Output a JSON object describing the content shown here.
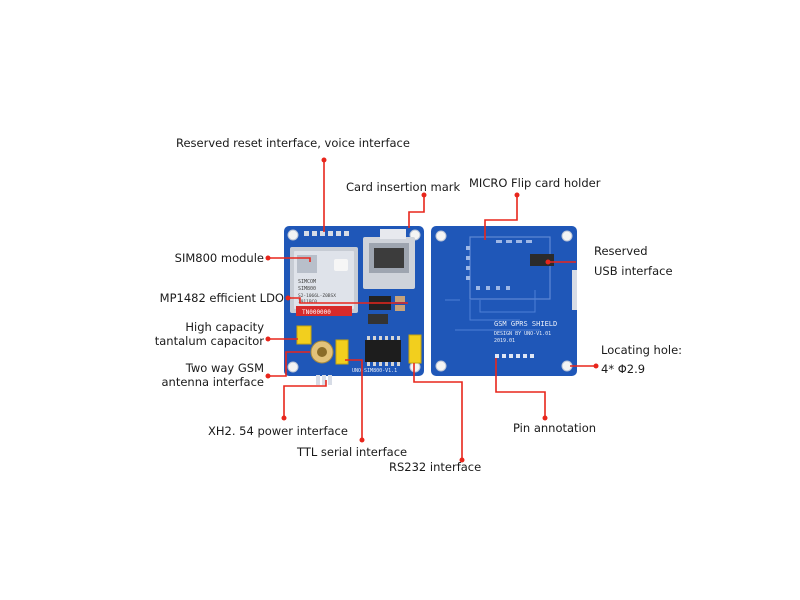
{
  "colors": {
    "leader": "#e8261c",
    "board": "#1f57b8",
    "board_dark": "#123a86",
    "pad": "#e9e9e9",
    "module": "#d9dde3",
    "ic": "#222222",
    "capacitor": "#f2cf1e",
    "silkscreen": "#e9eef8"
  },
  "labels": {
    "reset": "Reserved reset interface, voice interface",
    "card_mark": "Card insertion mark",
    "micro": "MICRO Flip card holder",
    "reserved_usb_1": "Reserved",
    "reserved_usb_2": "USB interface",
    "sim800": "SIM800 module",
    "ldo": "MP1482 efficient LDO",
    "tantalum_1": "High capacity",
    "tantalum_2": "tantalum capacitor",
    "antenna_1": "Two way   GSM",
    "antenna_2": "antenna interface",
    "locating_1": "Locating hole:",
    "locating_2": "4* Φ2.9",
    "xh": "XH2. 54 power interface",
    "ttl": "TTL serial interface",
    "rs232": "RS232 interface",
    "pin": "Pin annotation"
  },
  "silkscreen": {
    "back_line1": "GSM GPRS SHIELD",
    "back_line2": "DESIGN BY UNO-V1.01",
    "back_line3": "2019.01",
    "front_id": "UNO-SIM800-V1.1",
    "sim_line1": "SIMCOM",
    "sim_line2": "SIM800",
    "sim_line3": "S2-1066L-Z0BSX",
    "sim_line4": "1911BC0",
    "sim_line5": "TN000000"
  }
}
